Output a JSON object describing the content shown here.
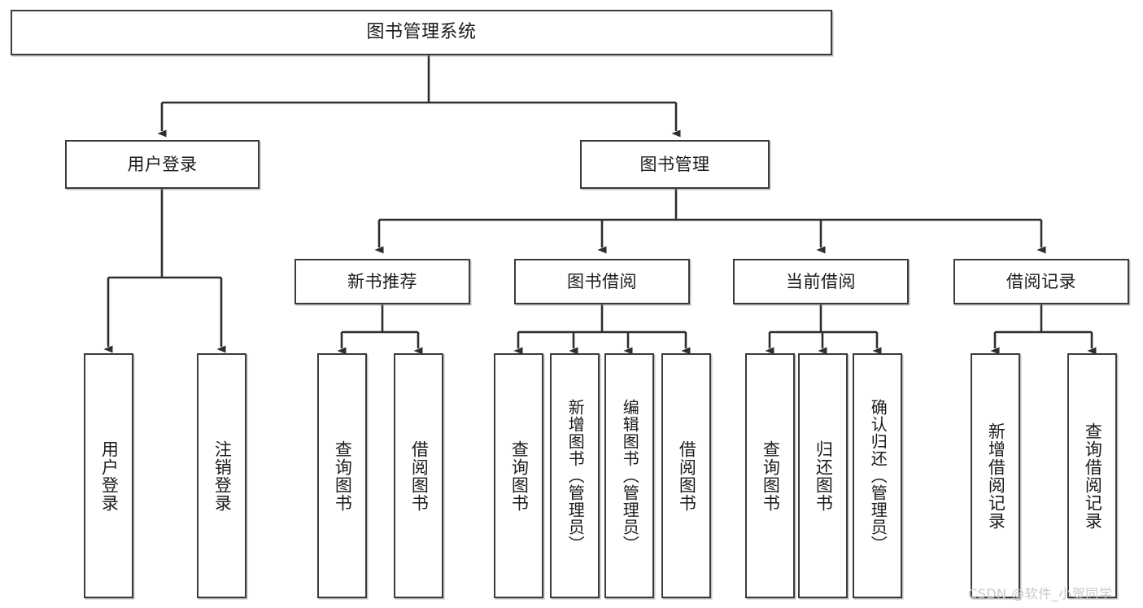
{
  "diagram": {
    "title": "图书管理系统",
    "type": "tree",
    "watermark": "CSDN @软件_小贺同学",
    "colors": {
      "background": "#ffffff",
      "box_border": "#3b3b3b",
      "box_fill": "#ffffff",
      "connector": "#2e2e2e",
      "text": "#1b1b1b",
      "watermark": "#c9c9c9"
    },
    "nodes": {
      "root": {
        "label": "图书管理系统"
      },
      "level1": [
        {
          "id": "user-login",
          "label": "用户登录"
        },
        {
          "id": "book-manage",
          "label": "图书管理"
        }
      ],
      "level2": [
        {
          "id": "new-book-rec",
          "label": "新书推荐"
        },
        {
          "id": "book-borrow",
          "label": "图书借阅"
        },
        {
          "id": "current-borrow",
          "label": "当前借阅"
        },
        {
          "id": "borrow-record",
          "label": "借阅记录"
        }
      ],
      "leaves": {
        "user-login": [
          {
            "id": "leaf-user-login",
            "label": "用户登录"
          },
          {
            "id": "leaf-logout",
            "label": "注销登录"
          }
        ],
        "new-book-rec": [
          {
            "id": "leaf-query-book-1",
            "label": "查询图书"
          },
          {
            "id": "leaf-borrow-book-1",
            "label": "借阅图书"
          }
        ],
        "book-borrow": [
          {
            "id": "leaf-query-book-2",
            "label": "查询图书"
          },
          {
            "id": "leaf-add-book",
            "label": "新增图书（管理员）"
          },
          {
            "id": "leaf-edit-book",
            "label": "编辑图书（管理员）"
          },
          {
            "id": "leaf-borrow-book-2",
            "label": "借阅图书"
          }
        ],
        "current-borrow": [
          {
            "id": "leaf-query-book-3",
            "label": "查询图书"
          },
          {
            "id": "leaf-return-book",
            "label": "归还图书"
          },
          {
            "id": "leaf-confirm-return",
            "label": "确认归还（管理员）"
          }
        ],
        "borrow-record": [
          {
            "id": "leaf-add-record",
            "label": "新增借阅记录"
          },
          {
            "id": "leaf-query-record",
            "label": "查询借阅记录"
          }
        ]
      }
    }
  }
}
